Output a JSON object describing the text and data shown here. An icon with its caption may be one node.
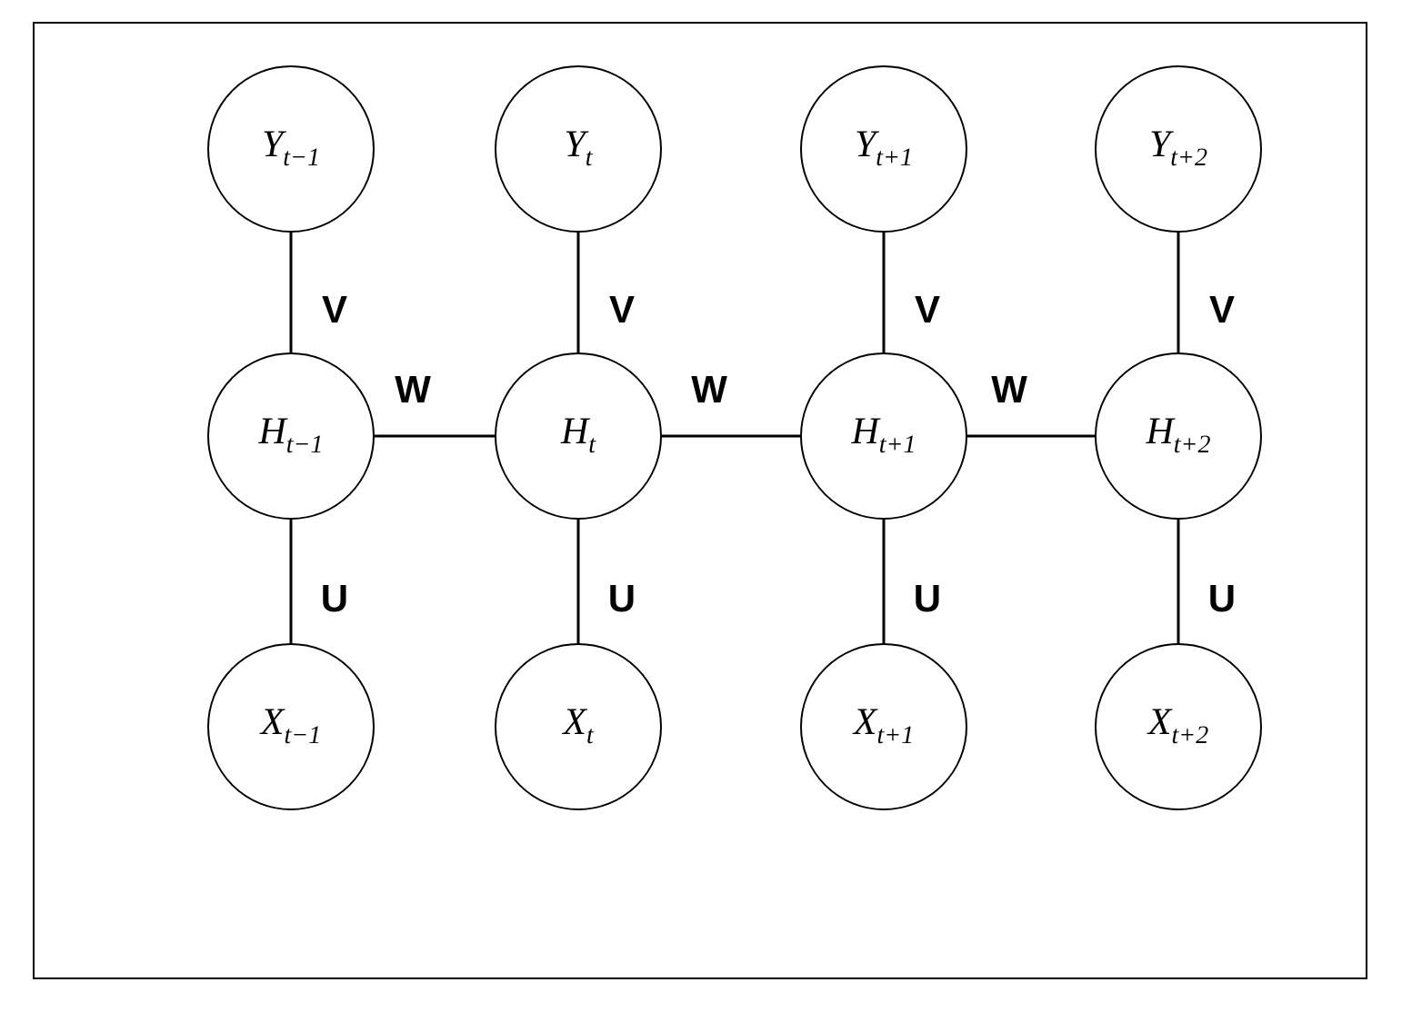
{
  "diagram": {
    "nodes": [
      {
        "text": [
          "Y$_{t−1}$"
        ]
      },
      {
        "text": [
          "Y$_{t}$"
        ]
      },
      {
        "text": [
          "Y$_{t+1}$"
        ]
      },
      {
        "text": [
          "Y$_{t+2}$"
        ]
      },
      {
        "text": [
          "H$_{t−1}$"
        ]
      },
      {
        "text": [
          "H$_{t}$"
        ]
      },
      {
        "text": [
          "H$_{t+1}$"
        ]
      },
      {
        "text": [
          "H$_{t+2}$"
        ]
      },
      {
        "text": [
          "X$_{t−1}$"
        ]
      },
      {
        "text": [
          "X$_{t}$"
        ]
      },
      {
        "text": [
          "X$_{t+1}$"
        ]
      },
      {
        "text": [
          "X$_{t+2}$"
        ]
      }
    ],
    "edges": [
      {
        "from": 4,
        "to": 0,
        "arrow": "none",
        "label": "V"
      },
      {
        "from": 5,
        "to": 1,
        "arrow": "none",
        "label": "V"
      },
      {
        "from": 6,
        "to": 2,
        "arrow": "none",
        "label": "V"
      },
      {
        "from": 7,
        "to": 3,
        "arrow": "none",
        "label": "V"
      },
      {
        "from": 4,
        "to": 5,
        "arrow": "none",
        "label": "W"
      },
      {
        "from": 5,
        "to": 6,
        "arrow": "none",
        "label": "W"
      },
      {
        "from": 6,
        "to": 7,
        "arrow": "none",
        "label": "W"
      },
      {
        "from": 8,
        "to": 4,
        "arrow": "none",
        "label": "U"
      },
      {
        "from": 9,
        "to": 5,
        "arrow": "none",
        "label": "U"
      },
      {
        "from": 10,
        "to": 6,
        "arrow": "none",
        "label": "U"
      },
      {
        "from": 11,
        "to": 7,
        "arrow": "none",
        "label": "U"
      }
    ]
  }
}
